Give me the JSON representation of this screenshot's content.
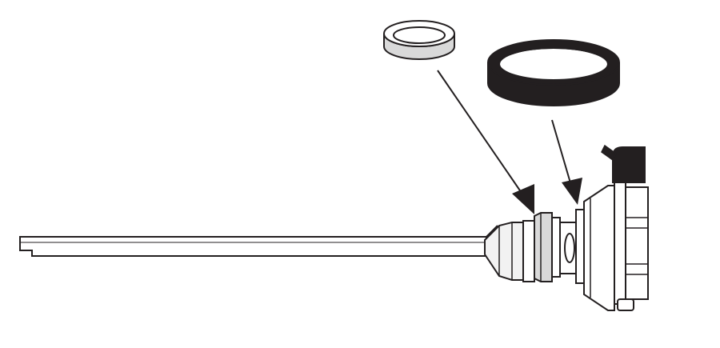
{
  "diagram": {
    "colors": {
      "background": "#ffffff",
      "line": "#231f20",
      "light_ring": "#d9d9d9",
      "dark_ring": "#231f20",
      "metal_light": "#f2f2f2",
      "metal_shade": "#cfcfcf"
    },
    "parts": [
      {
        "name": "small-gray-seal-ring"
      },
      {
        "name": "large-black-seal-ring"
      },
      {
        "name": "valve-stem-assembly"
      }
    ]
  }
}
